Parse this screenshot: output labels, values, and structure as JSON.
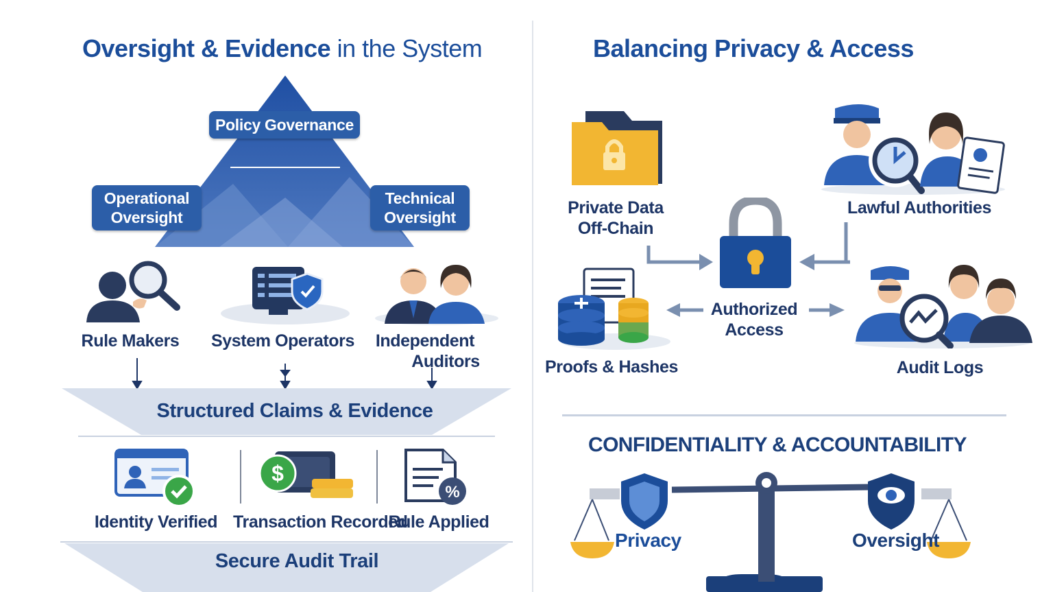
{
  "left": {
    "title_bold": "Oversight & Evidence",
    "title_rest": " in the System",
    "pyramid": {
      "top": "Policy Governance",
      "left_line1": "Operational",
      "left_line2": "Oversight",
      "right_line1": "Technical",
      "right_line2": "Oversight"
    },
    "actors": [
      {
        "line1": "Rule Makers",
        "line2": ""
      },
      {
        "line1": "System Operators",
        "line2": ""
      },
      {
        "line1": "Independent",
        "line2": "Auditors"
      }
    ],
    "claims_band": "Structured Claims & Evidence",
    "evidence": [
      {
        "label": "Identity Verified"
      },
      {
        "label": "Transaction Recorded"
      },
      {
        "label": "Rule Applied"
      }
    ],
    "audit_band": "Secure Audit Trail"
  },
  "right": {
    "title": "Balancing Privacy & Access",
    "private_line1": "Private Data",
    "private_line2": "Off-Chain",
    "authorities": "Lawful Authorities",
    "access_line1": "Authorized",
    "access_line2": "Access",
    "proofs": "Proofs & Hashes",
    "audit_logs": "Audit Logs",
    "conf_title": "CONFIDENTIALITY & ACCOUNTABILITY",
    "privacy": "Privacy",
    "oversight": "Oversight"
  },
  "colors": {
    "primary": "#1b4d9a",
    "box": "#2c5ea8",
    "band": "#d7dfec",
    "gold": "#f2b632",
    "green": "#3aa648"
  }
}
